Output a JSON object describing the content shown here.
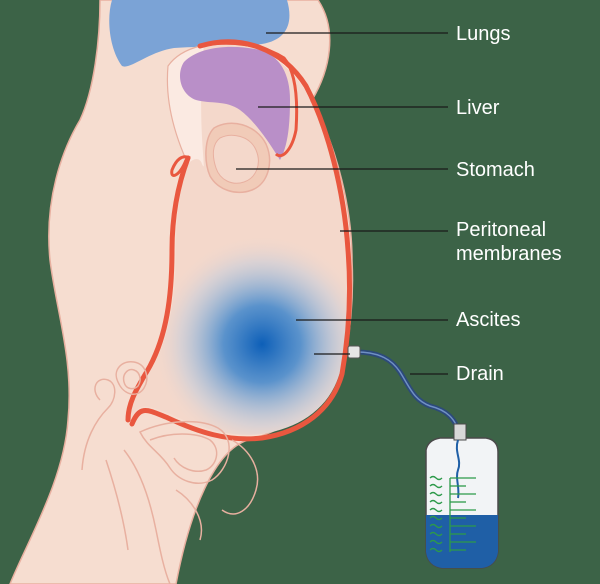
{
  "labels": {
    "lungs": "Lungs",
    "liver": "Liver",
    "stomach": "Stomach",
    "peritoneal_line1": "Peritoneal",
    "peritoneal_line2": "membranes",
    "ascites": "Ascites",
    "drain": "Drain"
  },
  "colors": {
    "background": "#3c6347",
    "skin": "#f6ddd0",
    "outline": "#e8b0a0",
    "peritoneum": "#e9573f",
    "lungs": "#7ba3d6",
    "liver": "#b98fc8",
    "fluid": "#1e6fc0",
    "bag_fluid": "#1f5fa6",
    "scale": "#2d9a4a",
    "tube": "#2c4a7a"
  }
}
